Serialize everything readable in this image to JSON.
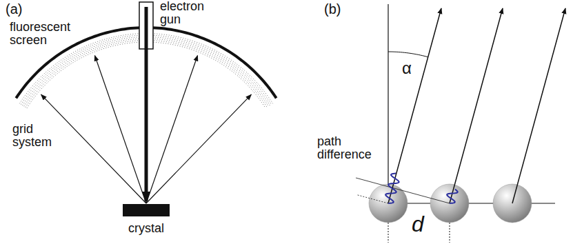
{
  "diagram": {
    "labels": [
      "(a)",
      "electron gun",
      "fluorescent screen",
      "grid system",
      "crystal",
      "(b)",
      "α",
      "path difference",
      "d"
    ]
  }
}
